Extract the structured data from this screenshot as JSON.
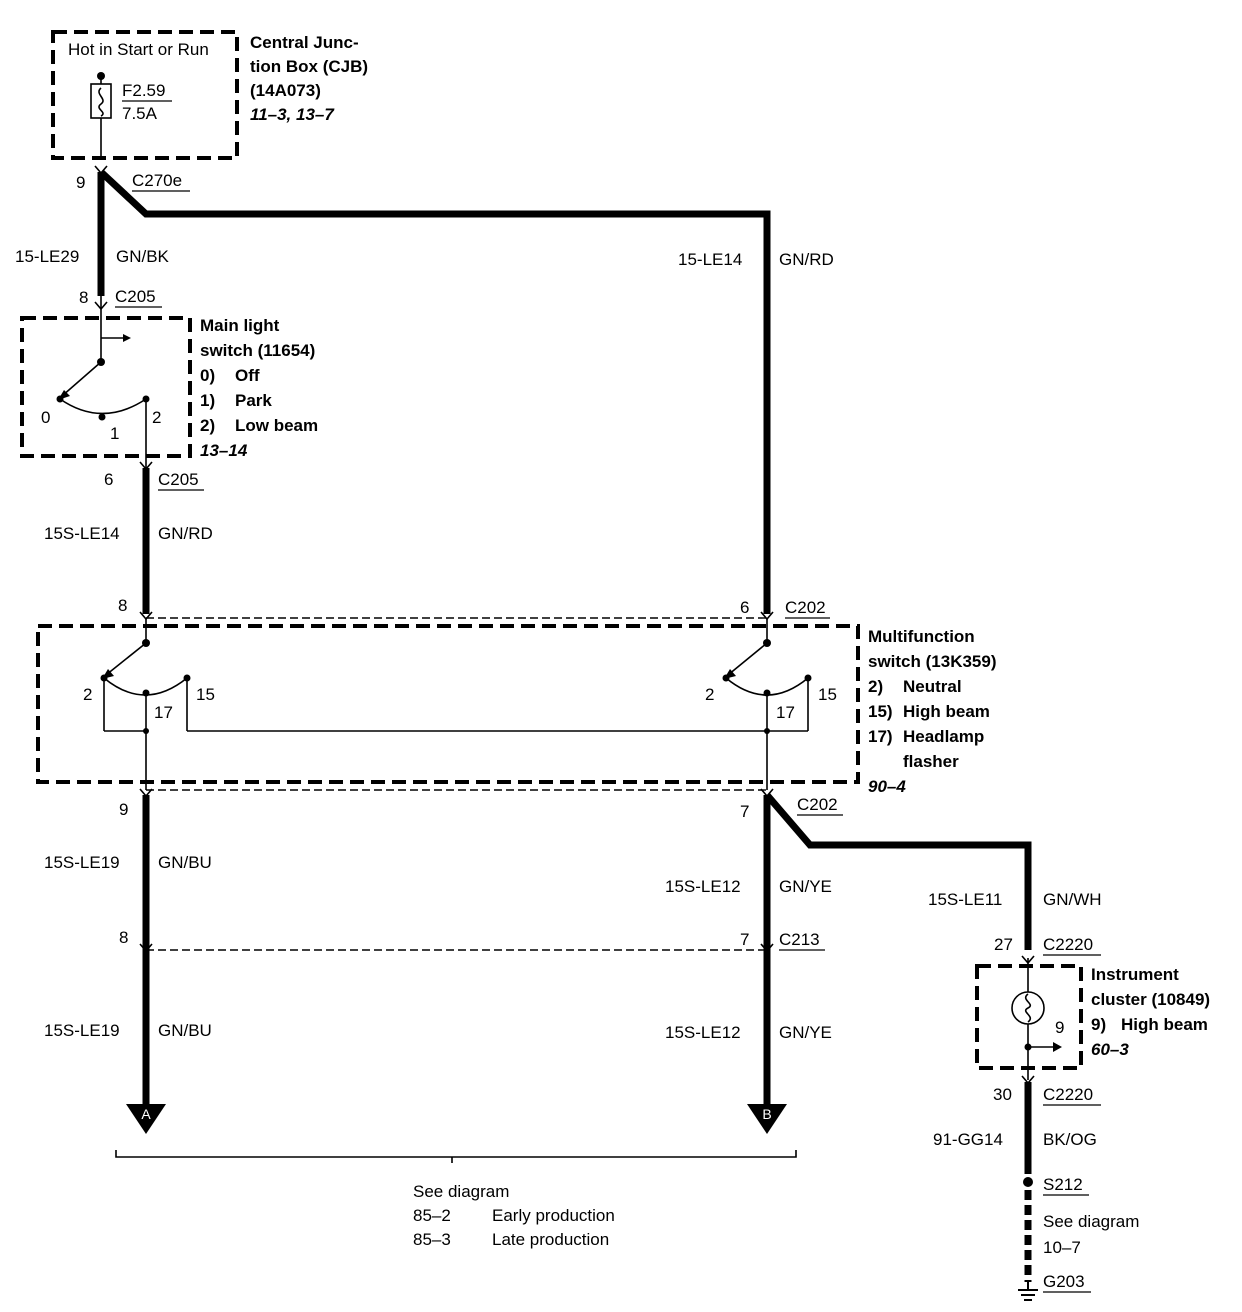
{
  "cjb": {
    "header": "Hot in Start or Run",
    "fuse": "F2.59",
    "amps": "7.5A",
    "title1": "Central Junc-",
    "title2": "tion Box (CJB)",
    "part": "(14A073)",
    "ref": "11–3, 13–7"
  },
  "c270e": {
    "pin": "9",
    "label": "C270e"
  },
  "wire_le29": {
    "circuit": "15-LE29",
    "color": "GN/BK"
  },
  "wire_le14_top": {
    "circuit": "15-LE14",
    "color": "GN/RD"
  },
  "c205_top": {
    "pin": "8",
    "label": "C205"
  },
  "main_switch": {
    "title1": "Main light",
    "title2": "switch (11654)",
    "positions": [
      {
        "num": "0)",
        "name": "Off"
      },
      {
        "num": "1)",
        "name": "Park"
      },
      {
        "num": "2)",
        "name": "Low beam"
      }
    ],
    "ref": "13–14",
    "pos0": "0",
    "pos1": "1",
    "pos2": "2"
  },
  "c205_bottom": {
    "pin": "6",
    "label": "C205"
  },
  "wire_sle14": {
    "circuit": "15S-LE14",
    "color": "GN/RD"
  },
  "c202_top": {
    "pin_left": "8",
    "pin_right": "6",
    "label": "C202"
  },
  "multi_switch": {
    "title1": "Multifunction",
    "title2": "switch (13K359)",
    "positions": [
      {
        "num": "2)",
        "name": "Neutral"
      },
      {
        "num": "15)",
        "name": "High beam"
      },
      {
        "num": "17)",
        "name": "Headlamp"
      }
    ],
    "pos17_cont": "flasher",
    "ref": "90–4",
    "left_pos": {
      "a": "2",
      "b": "17",
      "c": "15"
    },
    "right_pos": {
      "a": "2",
      "b": "17",
      "c": "15"
    }
  },
  "c202_bottom": {
    "pin_left": "9",
    "pin_right": "7",
    "label": "C202"
  },
  "wire_sle19_a": {
    "circuit": "15S-LE19",
    "color": "GN/BU"
  },
  "wire_sle12_a": {
    "circuit": "15S-LE12",
    "color": "GN/YE"
  },
  "wire_sle11": {
    "circuit": "15S-LE11",
    "color": "GN/WH"
  },
  "c213": {
    "pin_left": "8",
    "pin_right": "7",
    "label": "C213"
  },
  "wire_sle19_b": {
    "circuit": "15S-LE19",
    "color": "GN/BU"
  },
  "wire_sle12_b": {
    "circuit": "15S-LE12",
    "color": "GN/YE"
  },
  "c2220_top": {
    "pin": "27",
    "label": "C2220"
  },
  "cluster": {
    "title1": "Instrument",
    "title2": "cluster (10849)",
    "pos": "9)",
    "pos_name": "High beam",
    "pin": "9",
    "ref": "60–3"
  },
  "c2220_bottom": {
    "pin": "30",
    "label": "C2220"
  },
  "wire_gg14": {
    "circuit": "91-GG14",
    "color": "BK/OG"
  },
  "splice": {
    "label": "S212"
  },
  "ground_note": {
    "line1": "See diagram",
    "line2": "10–7"
  },
  "ground": {
    "label": "G203"
  },
  "arrows": {
    "a": "A",
    "b": "B"
  },
  "see_diagram": {
    "title": "See diagram",
    "rows": [
      {
        "ref": "85–2",
        "desc": "Early production"
      },
      {
        "ref": "85–3",
        "desc": "Late production"
      }
    ]
  }
}
